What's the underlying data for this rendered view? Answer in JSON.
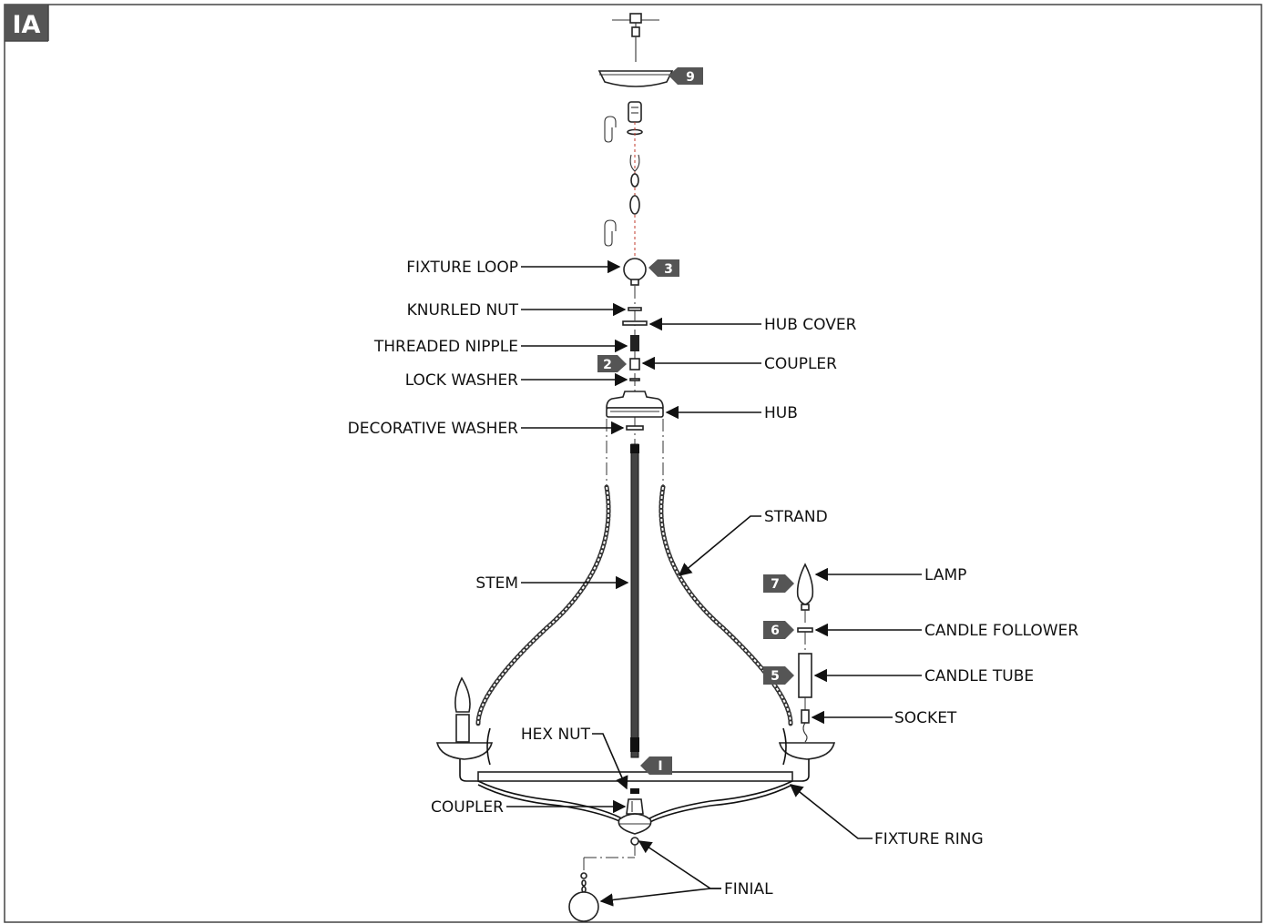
{
  "figure": {
    "id": "IA",
    "steps": {
      "s9": "9",
      "s3": "3",
      "s2": "2",
      "s7": "7",
      "s6": "6",
      "s5": "5",
      "s1": "I"
    }
  },
  "labels": {
    "fixture_loop": "FIXTURE LOOP",
    "knurled_nut": "KNURLED NUT",
    "hub_cover": "HUB COVER",
    "threaded_nipple": "THREADED NIPPLE",
    "coupler_top": "COUPLER",
    "lock_washer": "LOCK WASHER",
    "hub": "HUB",
    "decorative_washer": "DECORATIVE WASHER",
    "strand": "STRAND",
    "stem": "STEM",
    "lamp": "LAMP",
    "candle_follower": "CANDLE FOLLOWER",
    "candle_tube": "CANDLE TUBE",
    "socket": "SOCKET",
    "hex_nut": "HEX NUT",
    "coupler_bottom": "COUPLER",
    "fixture_ring": "FIXTURE RING",
    "finial": "FINIAL"
  }
}
